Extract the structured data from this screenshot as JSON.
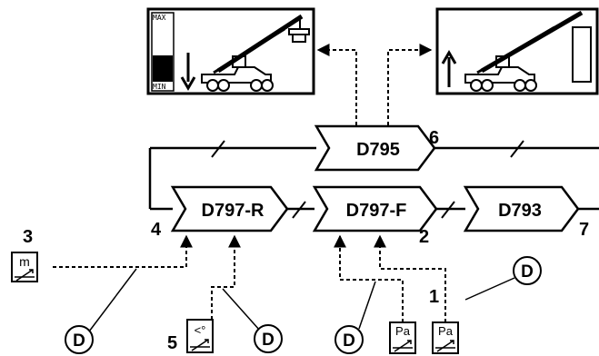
{
  "panels": {
    "left": {
      "max_label": "MAX",
      "min_label": "MIN"
    }
  },
  "nodes": {
    "d795": "D795",
    "d797r": "D797-R",
    "d797f": "D797-F",
    "d793": "D793"
  },
  "numbers": {
    "n1": "1",
    "n2": "2",
    "n3": "3",
    "n4": "4",
    "n5": "5",
    "n6": "6",
    "n7": "7"
  },
  "sensors": {
    "length": "m",
    "angle": "<°",
    "pressure_a": "Pa",
    "pressure_b": "Pa"
  },
  "callout_letter": "D"
}
